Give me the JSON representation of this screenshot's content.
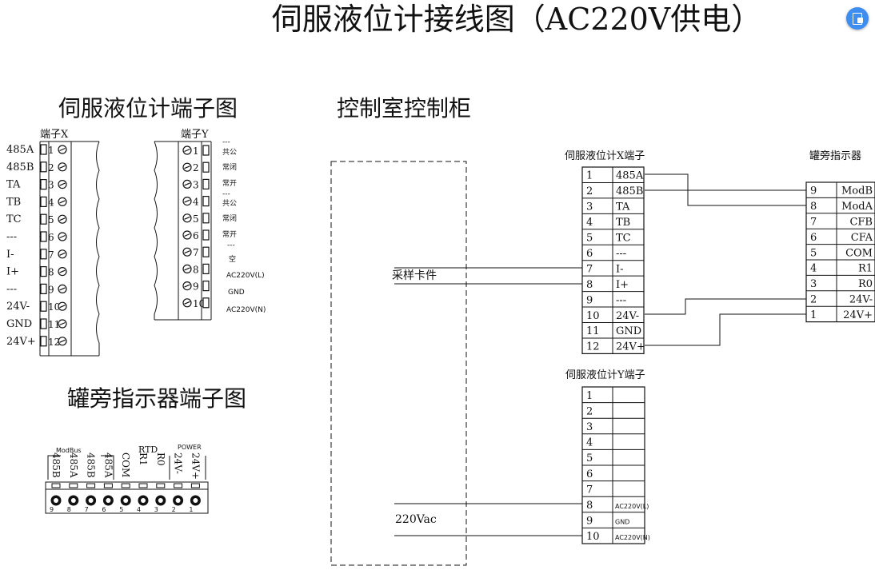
{
  "title": "伺服液位计接线图（AC220V供电）",
  "section_left_title": "伺服液位计端子图",
  "section_left2_title": "罐旁指示器端子图",
  "section_right_title": "控制室控制柜",
  "terminal_x_label": "端子X",
  "terminal_y_label": "端子Y",
  "x_signals": [
    "485A",
    "485B",
    "TA",
    "TB",
    "TC",
    "---",
    "I-",
    "I+",
    "---",
    "24V-",
    "GND",
    "24V+"
  ],
  "x_numbers": [
    "1",
    "2",
    "3",
    "4",
    "5",
    "6",
    "7",
    "8",
    "9",
    "10",
    "11",
    "12"
  ],
  "y_numbers": [
    "1",
    "2",
    "3",
    "4",
    "5",
    "6",
    "7",
    "8",
    "9",
    "10"
  ],
  "y_labels": [
    "---",
    "共公",
    "常闭",
    "常开",
    "---",
    "共公",
    "常闭",
    "常开",
    "---",
    "空",
    "AC220V(L)",
    "GND",
    "AC220V(N)"
  ],
  "indicator_terminals": {
    "group_modbus": "ModBus",
    "group_rtd": "RTD",
    "group_power": "POWER",
    "labels": [
      "485B",
      "485A",
      "485B",
      "485A",
      "COM",
      "R1",
      "R0",
      "24V-",
      "24V+"
    ],
    "numbers": [
      "9",
      "8",
      "7",
      "6",
      "5",
      "4",
      "3",
      "2",
      "1"
    ]
  },
  "x_table": {
    "title": "伺服液位计X端子",
    "numbers": [
      "1",
      "2",
      "3",
      "4",
      "5",
      "6",
      "7",
      "8",
      "9",
      "10",
      "11",
      "12"
    ],
    "labels": [
      "485A",
      "485B",
      "TA",
      "TB",
      "TC",
      "---",
      "I-",
      "I+",
      "---",
      "24V-",
      "GND",
      "24V+"
    ]
  },
  "y_table": {
    "title": "伺服液位计Y端子",
    "numbers": [
      "1",
      "2",
      "3",
      "4",
      "5",
      "6",
      "7",
      "8",
      "9",
      "10"
    ],
    "labels": [
      "",
      "",
      "",
      "",
      "",
      "",
      "",
      "AC220V(L)",
      "GND",
      "AC220V(N)"
    ]
  },
  "indicator_table": {
    "title": "罐旁指示器",
    "numbers": [
      "9",
      "8",
      "7",
      "6",
      "5",
      "4",
      "3",
      "2",
      "1"
    ],
    "labels": [
      "ModB",
      "ModA",
      "CFB",
      "CFA",
      "COM",
      "R1",
      "R0",
      "24V-",
      "24V+"
    ]
  },
  "cabinet_card_label": "采样卡件",
  "cabinet_power_label": "220Vac",
  "colors": {
    "line": "#111111",
    "button": "#3d8ef0"
  }
}
